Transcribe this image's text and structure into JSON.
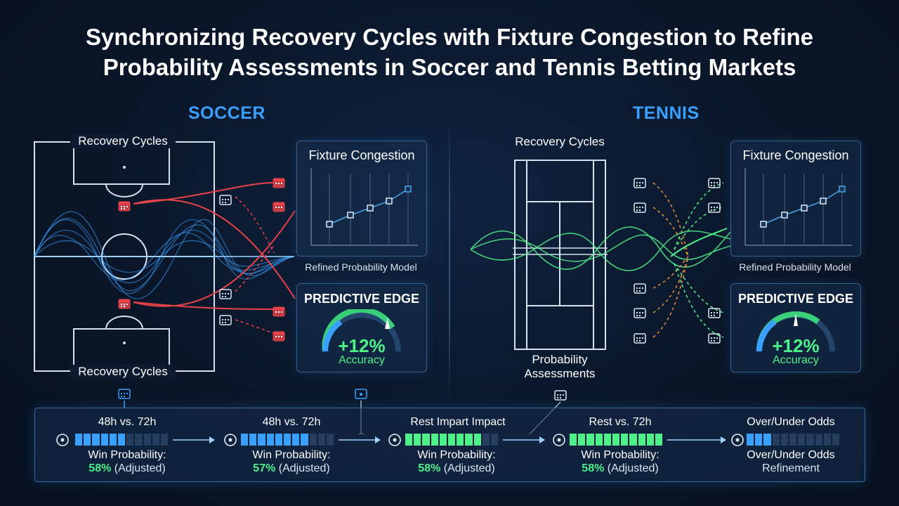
{
  "title_line1": "Synchronizing Recovery Cycles with Fixture Congestion to Refine",
  "title_line2": "Probability Assessments in Soccer and Tennis Betting Markets",
  "colors": {
    "blue": "#3aa0ff",
    "red": "#e8434a",
    "green": "#4ef08a",
    "orange": "#e8903a",
    "panel": "#163050"
  },
  "soccer": {
    "heading": "SOCCER",
    "pitch_top_label": "Recovery Cycles",
    "pitch_bottom_label": "Recovery Cycles",
    "fixture_panel_title": "Fixture Congestion",
    "model_caption": "Refined Probability Model",
    "edge_title": "PREDICTIVE EDGE",
    "edge_value": "+12%",
    "edge_caption": "Accuracy"
  },
  "tennis": {
    "heading": "TENNIS",
    "court_label": "Recovery Cycles",
    "court_bottom_label_1": "Probability",
    "court_bottom_label_2": "Assessments",
    "fixture_panel_title": "Fixture Congestion",
    "model_caption": "Refined Probability Model",
    "edge_title": "PREDICTIVE EDGE",
    "edge_value": "+12%",
    "edge_caption": "Accuracy"
  },
  "icons": {
    "calendar": "calendar-icon",
    "target": "target-icon",
    "arrow": "arrow-right-icon"
  },
  "timeline": [
    {
      "label": "48h vs. 72h",
      "sub": "Win Probability:",
      "value": "58%",
      "note": "(Adjusted)",
      "bar_fill": 0.55
    },
    {
      "label": "48h vs. 72h",
      "sub": "Win Probability:",
      "value": "57%",
      "note": "(Adjusted)",
      "bar_fill": 0.7
    },
    {
      "label": "Rest Impart Impact",
      "sub": "Win Probability:",
      "value": "58%",
      "note": "(Adjusted)",
      "bar_fill": 0.85
    },
    {
      "label": "Rest vs. 72h",
      "sub": "Win Probability:",
      "value": "58%",
      "note": "(Adjusted)",
      "bar_fill": 1.0
    },
    {
      "label": "Over/Under Odds",
      "sub": "Over/Under Odds",
      "value": "",
      "note": "Refinement",
      "bar_fill": 0.3
    }
  ]
}
